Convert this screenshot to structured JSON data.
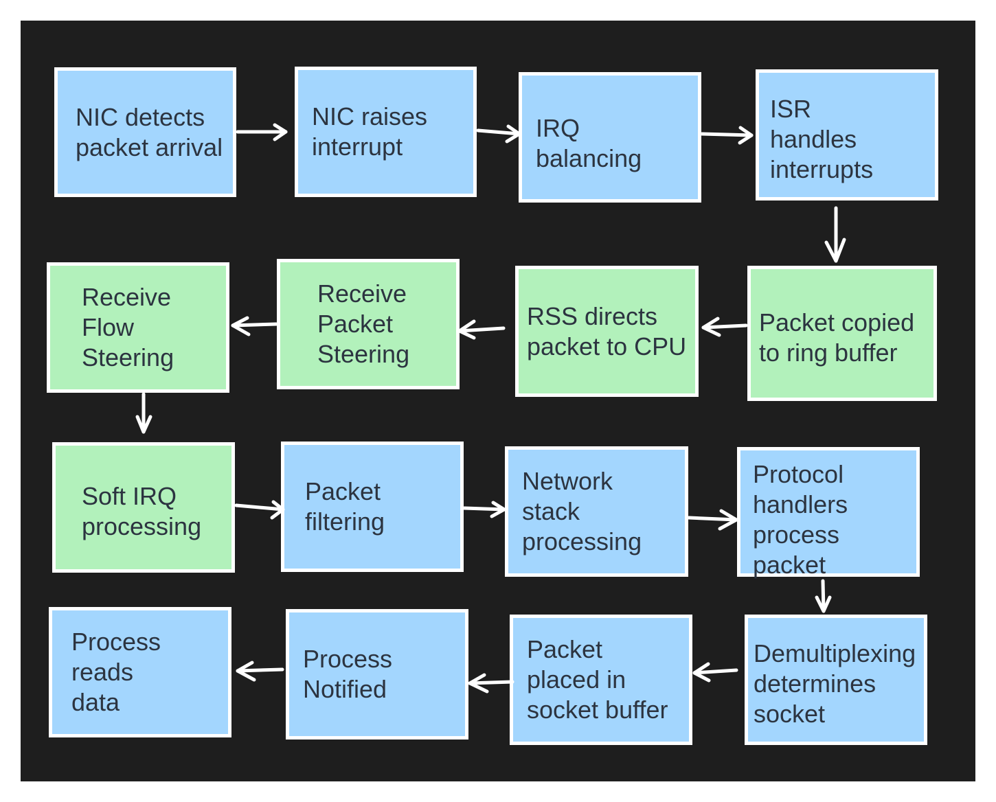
{
  "diagram": {
    "background": "#1e1e1e",
    "colors": {
      "process": "#a3d6fe",
      "steering": "#b2f1bb",
      "border": "#ffffff",
      "text": "#2c3440",
      "arrow": "#ffffff"
    },
    "nodes": [
      {
        "id": "n1",
        "label": "NIC detects\npacket arrival",
        "kind": "blue"
      },
      {
        "id": "n2",
        "label": "NIC raises\ninterrupt",
        "kind": "blue"
      },
      {
        "id": "n3",
        "label": "IRQ\nbalancing",
        "kind": "blue"
      },
      {
        "id": "n4",
        "label": "ISR\nhandles\ninterrupts",
        "kind": "blue"
      },
      {
        "id": "n5",
        "label": "Packet copied\nto ring buffer",
        "kind": "green"
      },
      {
        "id": "n6",
        "label": "RSS directs\npacket to CPU",
        "kind": "green"
      },
      {
        "id": "n7",
        "label": "Receive\nPacket\nSteering",
        "kind": "green"
      },
      {
        "id": "n8",
        "label": "Receive\nFlow\nSteering",
        "kind": "green"
      },
      {
        "id": "n9",
        "label": "Soft IRQ\nprocessing",
        "kind": "green"
      },
      {
        "id": "n10",
        "label": "Packet\nfiltering",
        "kind": "blue"
      },
      {
        "id": "n11",
        "label": "Network\nstack\nprocessing",
        "kind": "blue"
      },
      {
        "id": "n12",
        "label": "Protocol\nhandlers\nprocess\npacket",
        "kind": "blue"
      },
      {
        "id": "n13",
        "label": "Demultiplexing\ndetermines\nsocket",
        "kind": "blue"
      },
      {
        "id": "n14",
        "label": "Packet\nplaced in\nsocket buffer",
        "kind": "blue"
      },
      {
        "id": "n15",
        "label": "Process\nNotified",
        "kind": "blue"
      },
      {
        "id": "n16",
        "label": "Process\nreads\ndata",
        "kind": "blue"
      }
    ],
    "edges": [
      [
        "n1",
        "n2"
      ],
      [
        "n2",
        "n3"
      ],
      [
        "n3",
        "n4"
      ],
      [
        "n4",
        "n5"
      ],
      [
        "n5",
        "n6"
      ],
      [
        "n6",
        "n7"
      ],
      [
        "n7",
        "n8"
      ],
      [
        "n8",
        "n9"
      ],
      [
        "n9",
        "n10"
      ],
      [
        "n10",
        "n11"
      ],
      [
        "n11",
        "n12"
      ],
      [
        "n12",
        "n13"
      ],
      [
        "n13",
        "n14"
      ],
      [
        "n14",
        "n15"
      ],
      [
        "n15",
        "n16"
      ]
    ]
  }
}
